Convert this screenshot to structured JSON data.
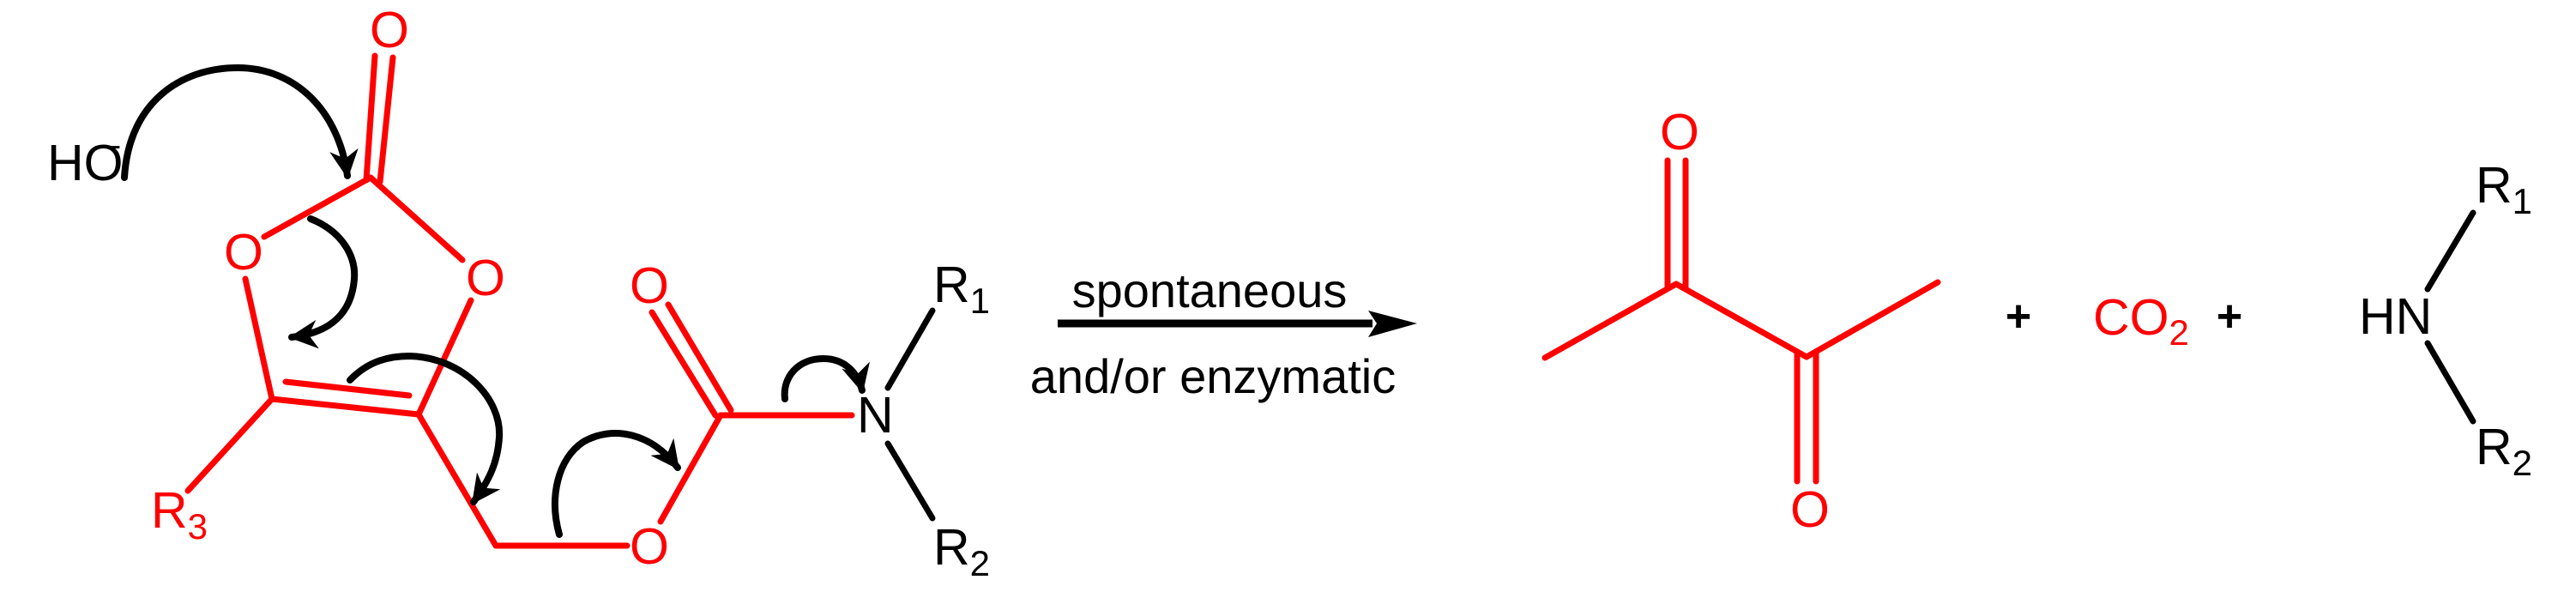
{
  "colors": {
    "highlight": "#ff0000",
    "default": "#000000",
    "background": "#ffffff"
  },
  "reactant": {
    "nucleophile": {
      "label": "HO",
      "charge": "−"
    },
    "ring_oxygen_carbonyl": "O",
    "ring_oxygen_left": "O",
    "ring_oxygen_right": "O",
    "substituent_r3": {
      "label": "R",
      "sub": "3"
    },
    "carbamate_carbonyl_oxygen": "O",
    "ester_oxygen": "O",
    "nitrogen": "N",
    "substituent_r1": {
      "label": "R",
      "sub": "1"
    },
    "substituent_r2": {
      "label": "R",
      "sub": "2"
    }
  },
  "reaction_arrow": {
    "condition_above": "spontaneous",
    "condition_below": "and/or enzymatic"
  },
  "products": {
    "diketone": {
      "oxygen_top": "O",
      "oxygen_bottom": "O"
    },
    "plus_1": "+",
    "co2": {
      "label": "CO",
      "sub": "2"
    },
    "plus_2": "+",
    "amine": {
      "label": "HN",
      "substituent_r1": {
        "label": "R",
        "sub": "1"
      },
      "substituent_r2": {
        "label": "R",
        "sub": "2"
      }
    }
  },
  "mechanism_arrows": [
    {
      "name": "hydroxide-attack",
      "from": "HO-",
      "to": "carbonate carbonyl C"
    },
    {
      "name": "ring-oxygen-release",
      "from": "C-O bond",
      "to": "ring O"
    },
    {
      "name": "alkene-shift",
      "from": "C=C",
      "to": "C-CH2 bond"
    },
    {
      "name": "carbamate-release",
      "from": "CH2-O bond",
      "to": "O"
    },
    {
      "name": "decarboxylation",
      "from": "C-N bond",
      "to": "N"
    }
  ]
}
